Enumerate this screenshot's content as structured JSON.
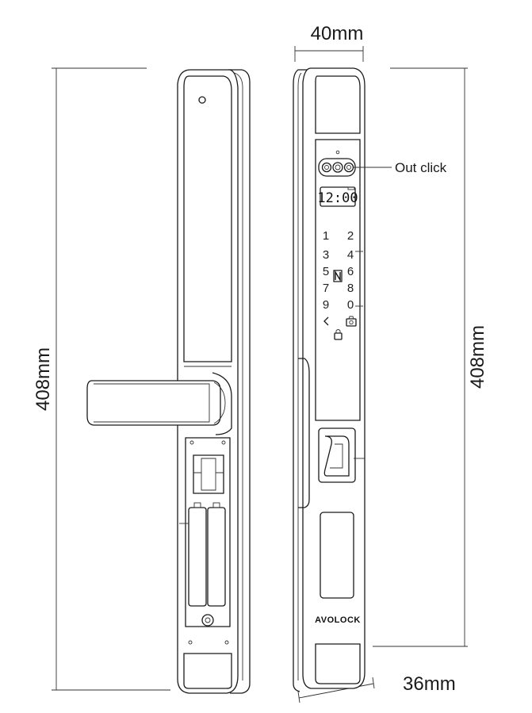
{
  "dimensions": {
    "left_height": "408mm",
    "right_height": "408mm",
    "top_width": "40mm",
    "bottom_depth": "36mm"
  },
  "callout": {
    "out_click": "Out click"
  },
  "screen": {
    "time": "12:00"
  },
  "keypad": {
    "keys": [
      "1",
      "2",
      "3",
      "4",
      "5",
      "6",
      "7",
      "8",
      "9",
      "0"
    ]
  },
  "brand": {
    "name": "AVOLOCK"
  },
  "icons": [
    "nfc-icon",
    "lock-icon",
    "back-arrow-icon",
    "doorbell-icon",
    "camera-icon",
    "fingerprint-icon"
  ]
}
